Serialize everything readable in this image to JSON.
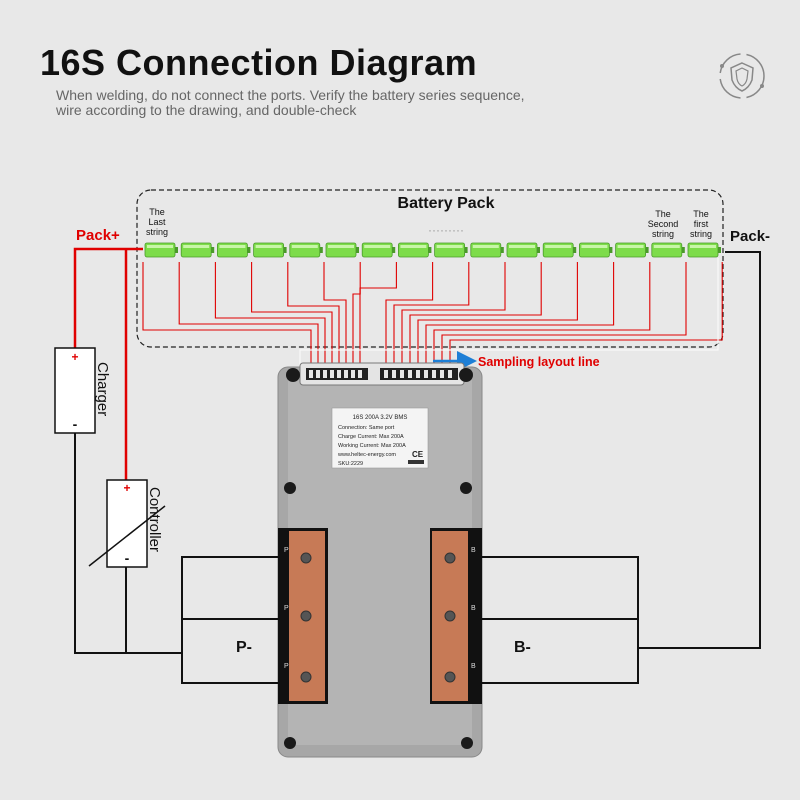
{
  "header": {
    "title": "16S Connection Diagram",
    "subtitle_line1": "When welding, do not connect the ports. Verify the battery series sequence,",
    "subtitle_line2": "wire according to the drawing, and double-check"
  },
  "battery_pack": {
    "label": "Battery Pack",
    "last_string": [
      "The",
      "Last",
      "string"
    ],
    "second_string": [
      "The",
      "Second",
      "string"
    ],
    "first_string": [
      "The",
      "first",
      "string"
    ],
    "dots": "·········",
    "cell_color": "#7ddc4a"
  },
  "terminals": {
    "pack_plus": "Pack+",
    "pack_minus": "Pack-",
    "p_minus": "P-",
    "b_minus": "B-",
    "p_pad": "P",
    "b_pad": "B"
  },
  "devices": {
    "charger": "Charger",
    "controller": "Controller",
    "plus": "+",
    "minus": "-"
  },
  "sampling": {
    "label": "Sampling layout line",
    "color": "#e00000",
    "arrow_color": "#1e7fd6"
  },
  "bms_label": {
    "lines": [
      "16S 200A 3.2V BMS",
      "Connection:  Same port",
      "Charge Current:  Max 200A",
      "Working Current:  Max 200A",
      "www.heltec-energy.com",
      "SKU:2229"
    ],
    "ce": "CE"
  },
  "colors": {
    "wire_red": "#e00000",
    "wire_black": "#111111",
    "copper": "#c77a56"
  }
}
